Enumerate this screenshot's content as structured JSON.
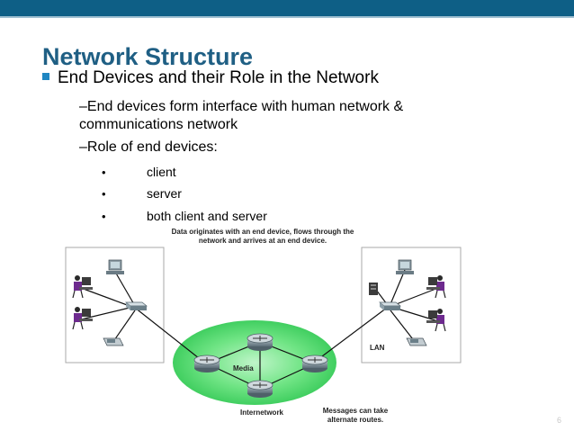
{
  "slide": {
    "title": "Network Structure",
    "main_bullet": "End Devices and their Role in the Network",
    "sub_bullets": [
      "–End devices form interface with human network & communications network",
      "–Role of end devices:"
    ],
    "roles": [
      "client",
      "server",
      "both client and server"
    ],
    "bullet_glyph": "•",
    "page_number": "6",
    "colors": {
      "banner": "#0e5f86",
      "title": "#1f5f84",
      "bullet": "#1f86c2",
      "media": "#47d764"
    }
  },
  "diagram": {
    "caption": "Data originates with an end device, flows through the network and arrives at an end device.",
    "media_label": "Media",
    "lan_label": "LAN",
    "internetwork_label": "Internetwork",
    "routes_note": "Messages can take alternate routes."
  }
}
